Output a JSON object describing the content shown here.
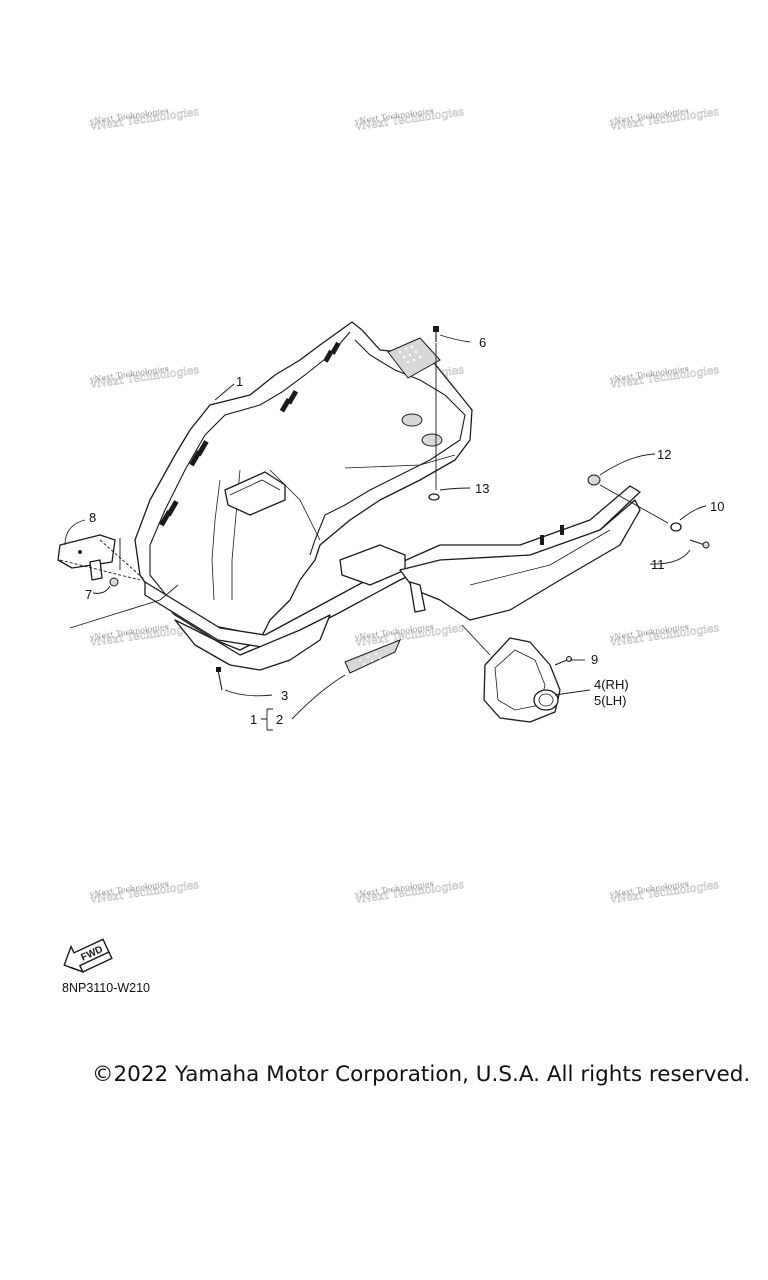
{
  "watermark": {
    "text": "vNext Technologies",
    "grid_cols": 3,
    "grid_rows": 4
  },
  "callouts": {
    "c1": "1",
    "c2": "2",
    "c1_bracket": "1",
    "c3": "3",
    "c4": "4(RH)",
    "c5": "5(LH)",
    "c6": "6",
    "c7": "7",
    "c8": "8",
    "c9": "9",
    "c10": "10",
    "c11": "11",
    "c12": "12",
    "c13": "13"
  },
  "fwd_label": "FWD",
  "diagram_code": "8NP3110-W210",
  "copyright": "©2022 Yamaha Motor Corporation, U.S.A. All rights reserved."
}
